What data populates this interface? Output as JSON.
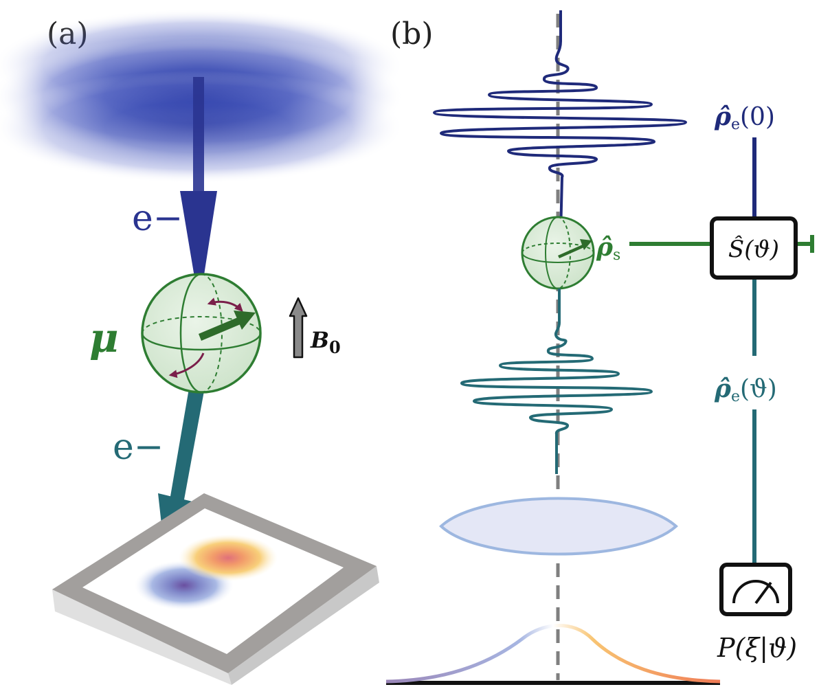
{
  "panels": {
    "a": {
      "label": "(a)"
    },
    "b": {
      "label": "(b)"
    }
  },
  "panel_a": {
    "electron_in_label": "e−",
    "electron_out_label": "e−",
    "spin_label": "μ",
    "field_label": "B",
    "field_subscript": "0"
  },
  "panel_b": {
    "rho_e0": {
      "symbol": "ρ̂",
      "subscript": "e",
      "argument": "(0)"
    },
    "rho_s": {
      "symbol": "ρ̂",
      "subscript": "s"
    },
    "scatter_gate": "Ŝ(ϑ)",
    "rho_etheta": {
      "symbol": "ρ̂",
      "subscript": "e",
      "argument": "(ϑ)"
    },
    "detector_icon": "gauge-icon",
    "probability_label": "P(ξ|ϑ)"
  },
  "colors": {
    "incoming_blue": "#1f2a7a",
    "outgoing_teal": "#246a75",
    "spin_green": "#2e7d32",
    "sphere_fill": "#dfeedd",
    "lens_fill": "#e4e7f6",
    "lens_stroke": "#9db7e0",
    "field_arrow": "#8a8a8a",
    "twist_arrows": "#7a1f4a"
  }
}
